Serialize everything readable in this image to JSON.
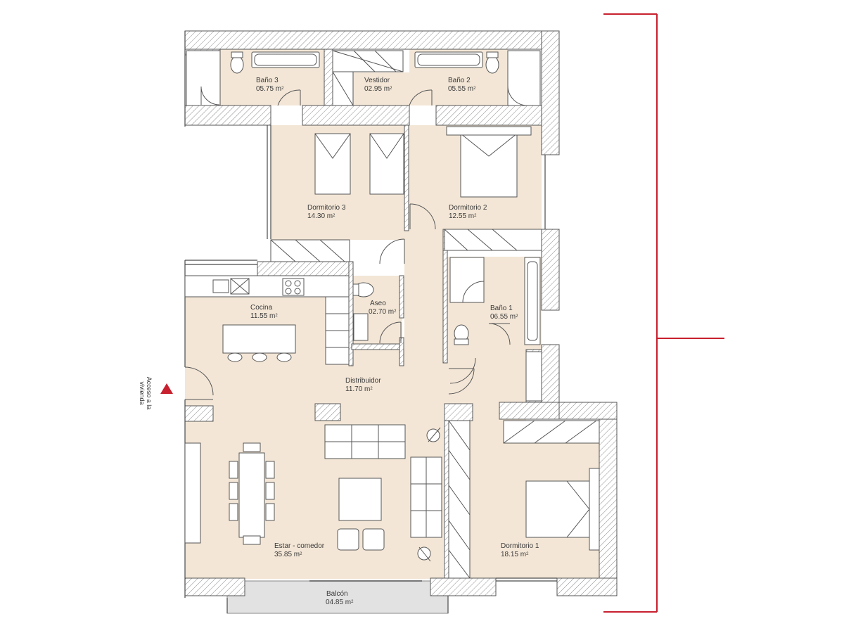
{
  "rooms": {
    "bano3": {
      "name": "Baño 3",
      "area": "05.75 m",
      "unit_sup": "2"
    },
    "vestidor": {
      "name": "Vestidor",
      "area": "02.95 m",
      "unit_sup": "2"
    },
    "bano2": {
      "name": "Baño 2",
      "area": "05.55 m",
      "unit_sup": "2"
    },
    "dormitorio3": {
      "name": "Dormitorio 3",
      "area": "14.30 m",
      "unit_sup": "2"
    },
    "dormitorio2": {
      "name": "Dormitorio 2",
      "area": "12.55 m",
      "unit_sup": "2"
    },
    "aseo": {
      "name": "Aseo",
      "area": "02.70 m",
      "unit_sup": "2"
    },
    "bano1": {
      "name": "Baño 1",
      "area": "06.55 m",
      "unit_sup": "2"
    },
    "cocina": {
      "name": "Cocina",
      "area": "11.55 m",
      "unit_sup": "2"
    },
    "distribuidor": {
      "name": "Distribuidor",
      "area": "11.70 m",
      "unit_sup": "2"
    },
    "estar": {
      "name": "Estar - comedor",
      "area": "35.85 m",
      "unit_sup": "2"
    },
    "dormitorio1": {
      "name": "Dormitorio 1",
      "area": "18.15 m",
      "unit_sup": "2"
    },
    "balcon": {
      "name": "Balcón",
      "area": "04.85 m",
      "unit_sup": "2"
    }
  },
  "access": {
    "label": "Acceso a la vivienda"
  },
  "colors": {
    "floor": "#f3e6d6",
    "wall_hatch": "#9a9a9a",
    "balcony": "#e2e2e2",
    "accent_red": "#c8202e",
    "line": "#4a4a4a"
  }
}
